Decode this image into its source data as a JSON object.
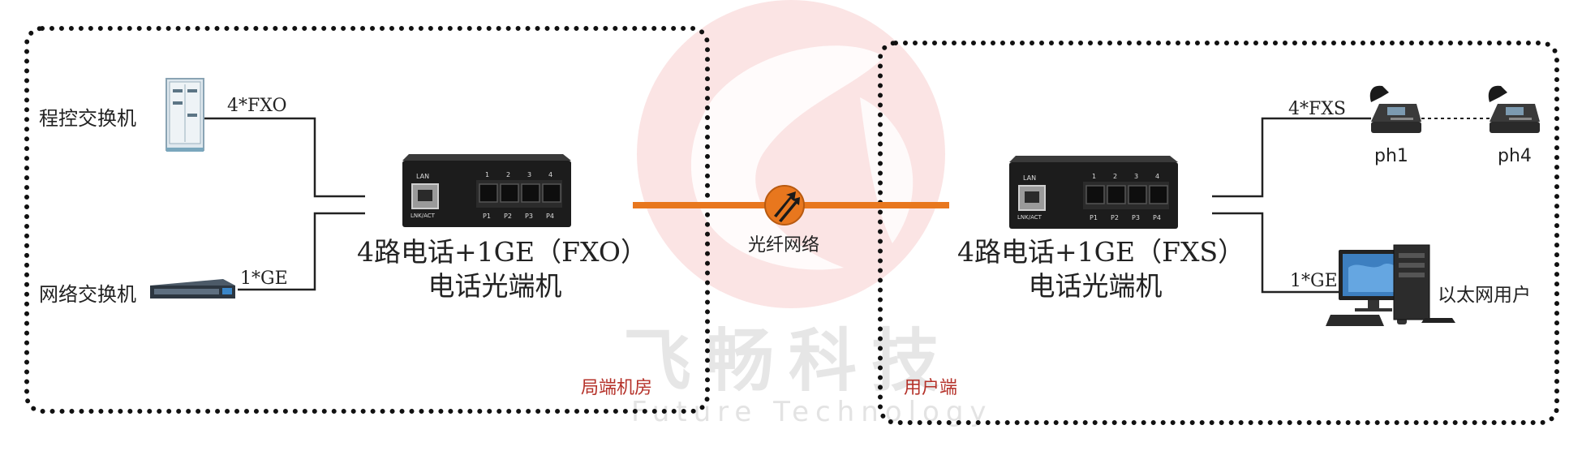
{
  "colors": {
    "fiber": "#e8771e",
    "zone_label": "#b5322a",
    "watermark_logo": "#f7d6d6"
  },
  "left_zone": {
    "pbx_label": "程控交换机",
    "switch_label": "网络交换机",
    "fxo_link": "4*FXO",
    "ge_link": "1*GE",
    "device_line1": "4路电话+1GE（FXO）",
    "device_line2": "电话光端机",
    "zone_name": "局端机房"
  },
  "fiber": {
    "label": "光纤网络",
    "icon": "arrows-exchange-icon"
  },
  "right_zone": {
    "fxs_link": "4*FXS",
    "ge_link": "1*GE",
    "phone1": "ph1",
    "phone4": "ph4",
    "ethernet_user": "以太网用户",
    "device_line1": "4路电话+1GE（FXS）",
    "device_line2": "电话光端机",
    "zone_name": "用户端"
  },
  "device_panel": {
    "lan": "LAN",
    "lnk": "LNK/ACT",
    "ports_top": [
      "1",
      "2",
      "3",
      "4"
    ],
    "ports_bottom": [
      "P1",
      "P2",
      "P3",
      "P4"
    ]
  },
  "watermark": {
    "cn": "飞畅科技",
    "en": "Future Technology"
  }
}
